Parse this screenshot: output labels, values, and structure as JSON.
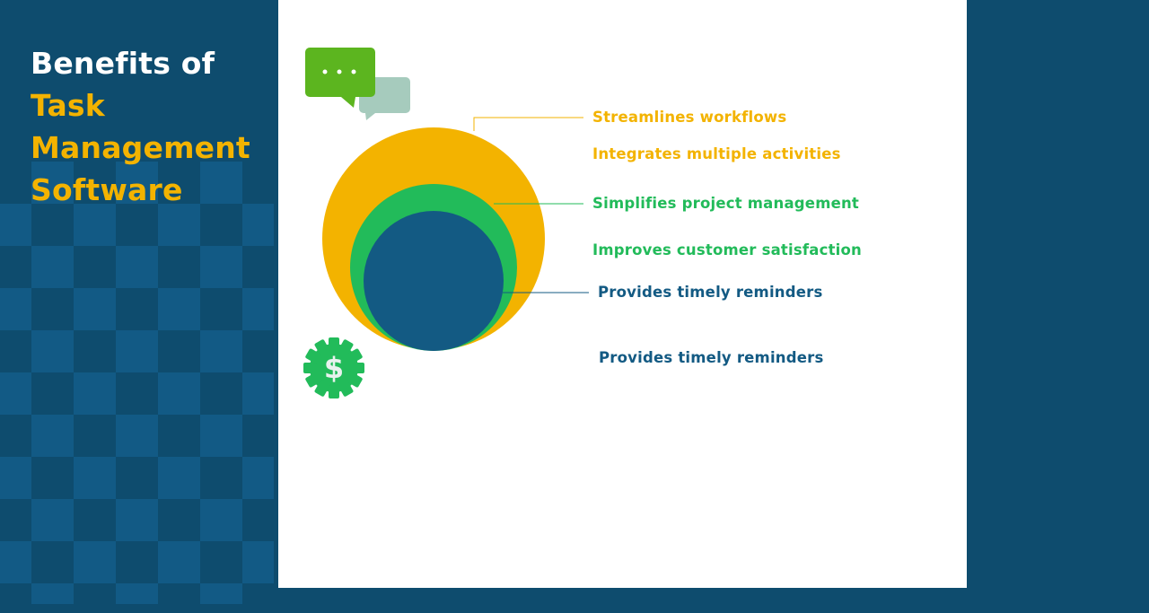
{
  "title": {
    "line1": "Benefits of",
    "line2": "Task",
    "line3": "Management",
    "line4": "Software"
  },
  "colors": {
    "background": "#0e4c6e",
    "checker_light": "#125a85",
    "accent_orange": "#f3b300",
    "accent_green": "#22bb5a",
    "accent_navy": "#135a83",
    "chat_green": "#5cb51f",
    "chat_gray": "#a6cbbd"
  },
  "icons": {
    "chat": "chat-bubbles-icon",
    "chat_dots": "...",
    "money_gear": "dollar-gear-icon",
    "money_symbol": "$"
  },
  "benefits": [
    {
      "label": "Streamlines workflows",
      "group": "orange"
    },
    {
      "label": "Integrates multiple activities",
      "group": "orange"
    },
    {
      "label": "Simplifies project management",
      "group": "green"
    },
    {
      "label": "Improves customer satisfaction",
      "group": "green"
    },
    {
      "label": "Provides timely reminders",
      "group": "navy"
    },
    {
      "label": "Provides timely reminders",
      "group": "navy"
    }
  ]
}
